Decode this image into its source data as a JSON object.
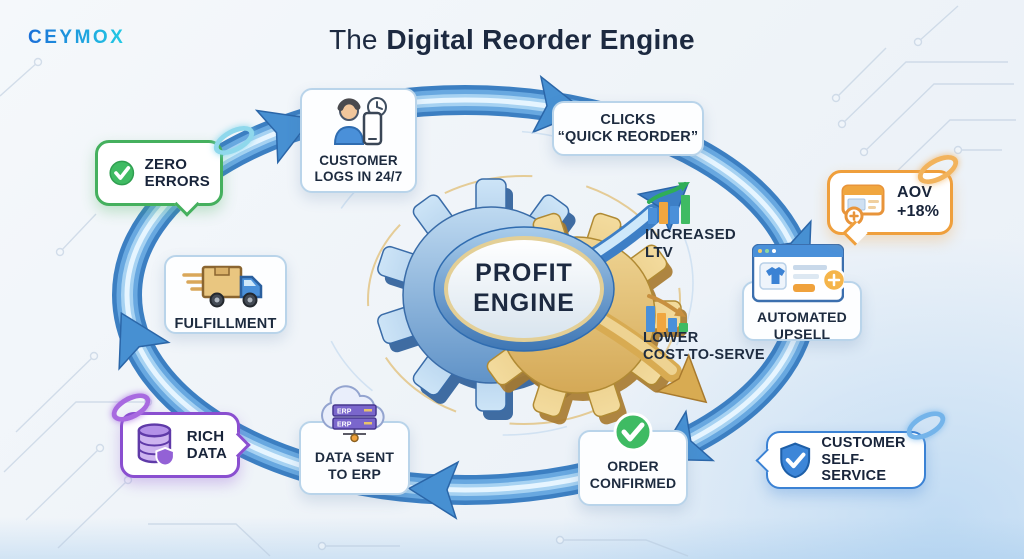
{
  "brand": {
    "logo_text": "CEYMOX"
  },
  "title": {
    "prefix": "The",
    "main": "Digital Reorder Engine"
  },
  "center": {
    "line1": "PROFIT",
    "line2": "ENGINE"
  },
  "steps": {
    "customer": {
      "line1": "CUSTOMER",
      "line2": "LOGS IN 24/7"
    },
    "clicks": {
      "line1": "CLICKS",
      "line2": "“QUICK REORDER”"
    },
    "upsell": {
      "line1": "AUTOMATED",
      "line2": "UPSELL"
    },
    "order": {
      "line1": "ORDER",
      "line2": "CONFIRMED"
    },
    "erp": {
      "line1": "DATA SENT",
      "line2": "TO ERP"
    },
    "fulfillment": {
      "line1": "FULFILLMENT"
    }
  },
  "callouts": {
    "zero_errors": {
      "line1": "ZERO",
      "line2": "ERRORS",
      "accent": "#45b05e"
    },
    "aov": {
      "line1": "AOV",
      "line2": "+18%",
      "accent": "#ef9f3c"
    },
    "rich_data": {
      "line1": "RICH",
      "line2": "DATA",
      "accent": "#8a4fd0"
    },
    "self_service": {
      "line1": "CUSTOMER",
      "line2": "SELF-SERVICE",
      "accent": "#3b82d4"
    }
  },
  "outcomes": {
    "ltv": {
      "line1": "INCREASED",
      "line2": "LTV"
    },
    "cost": {
      "line1": "LOWER",
      "line2": "COST-TO-SERVE"
    }
  },
  "icons": {
    "erp_label": "ERP"
  },
  "colors": {
    "ring_blue": "#4790d2",
    "gear_blue": "#5a8fc4",
    "gear_gold": "#dfb464",
    "text_dark": "#1d2b3f"
  }
}
